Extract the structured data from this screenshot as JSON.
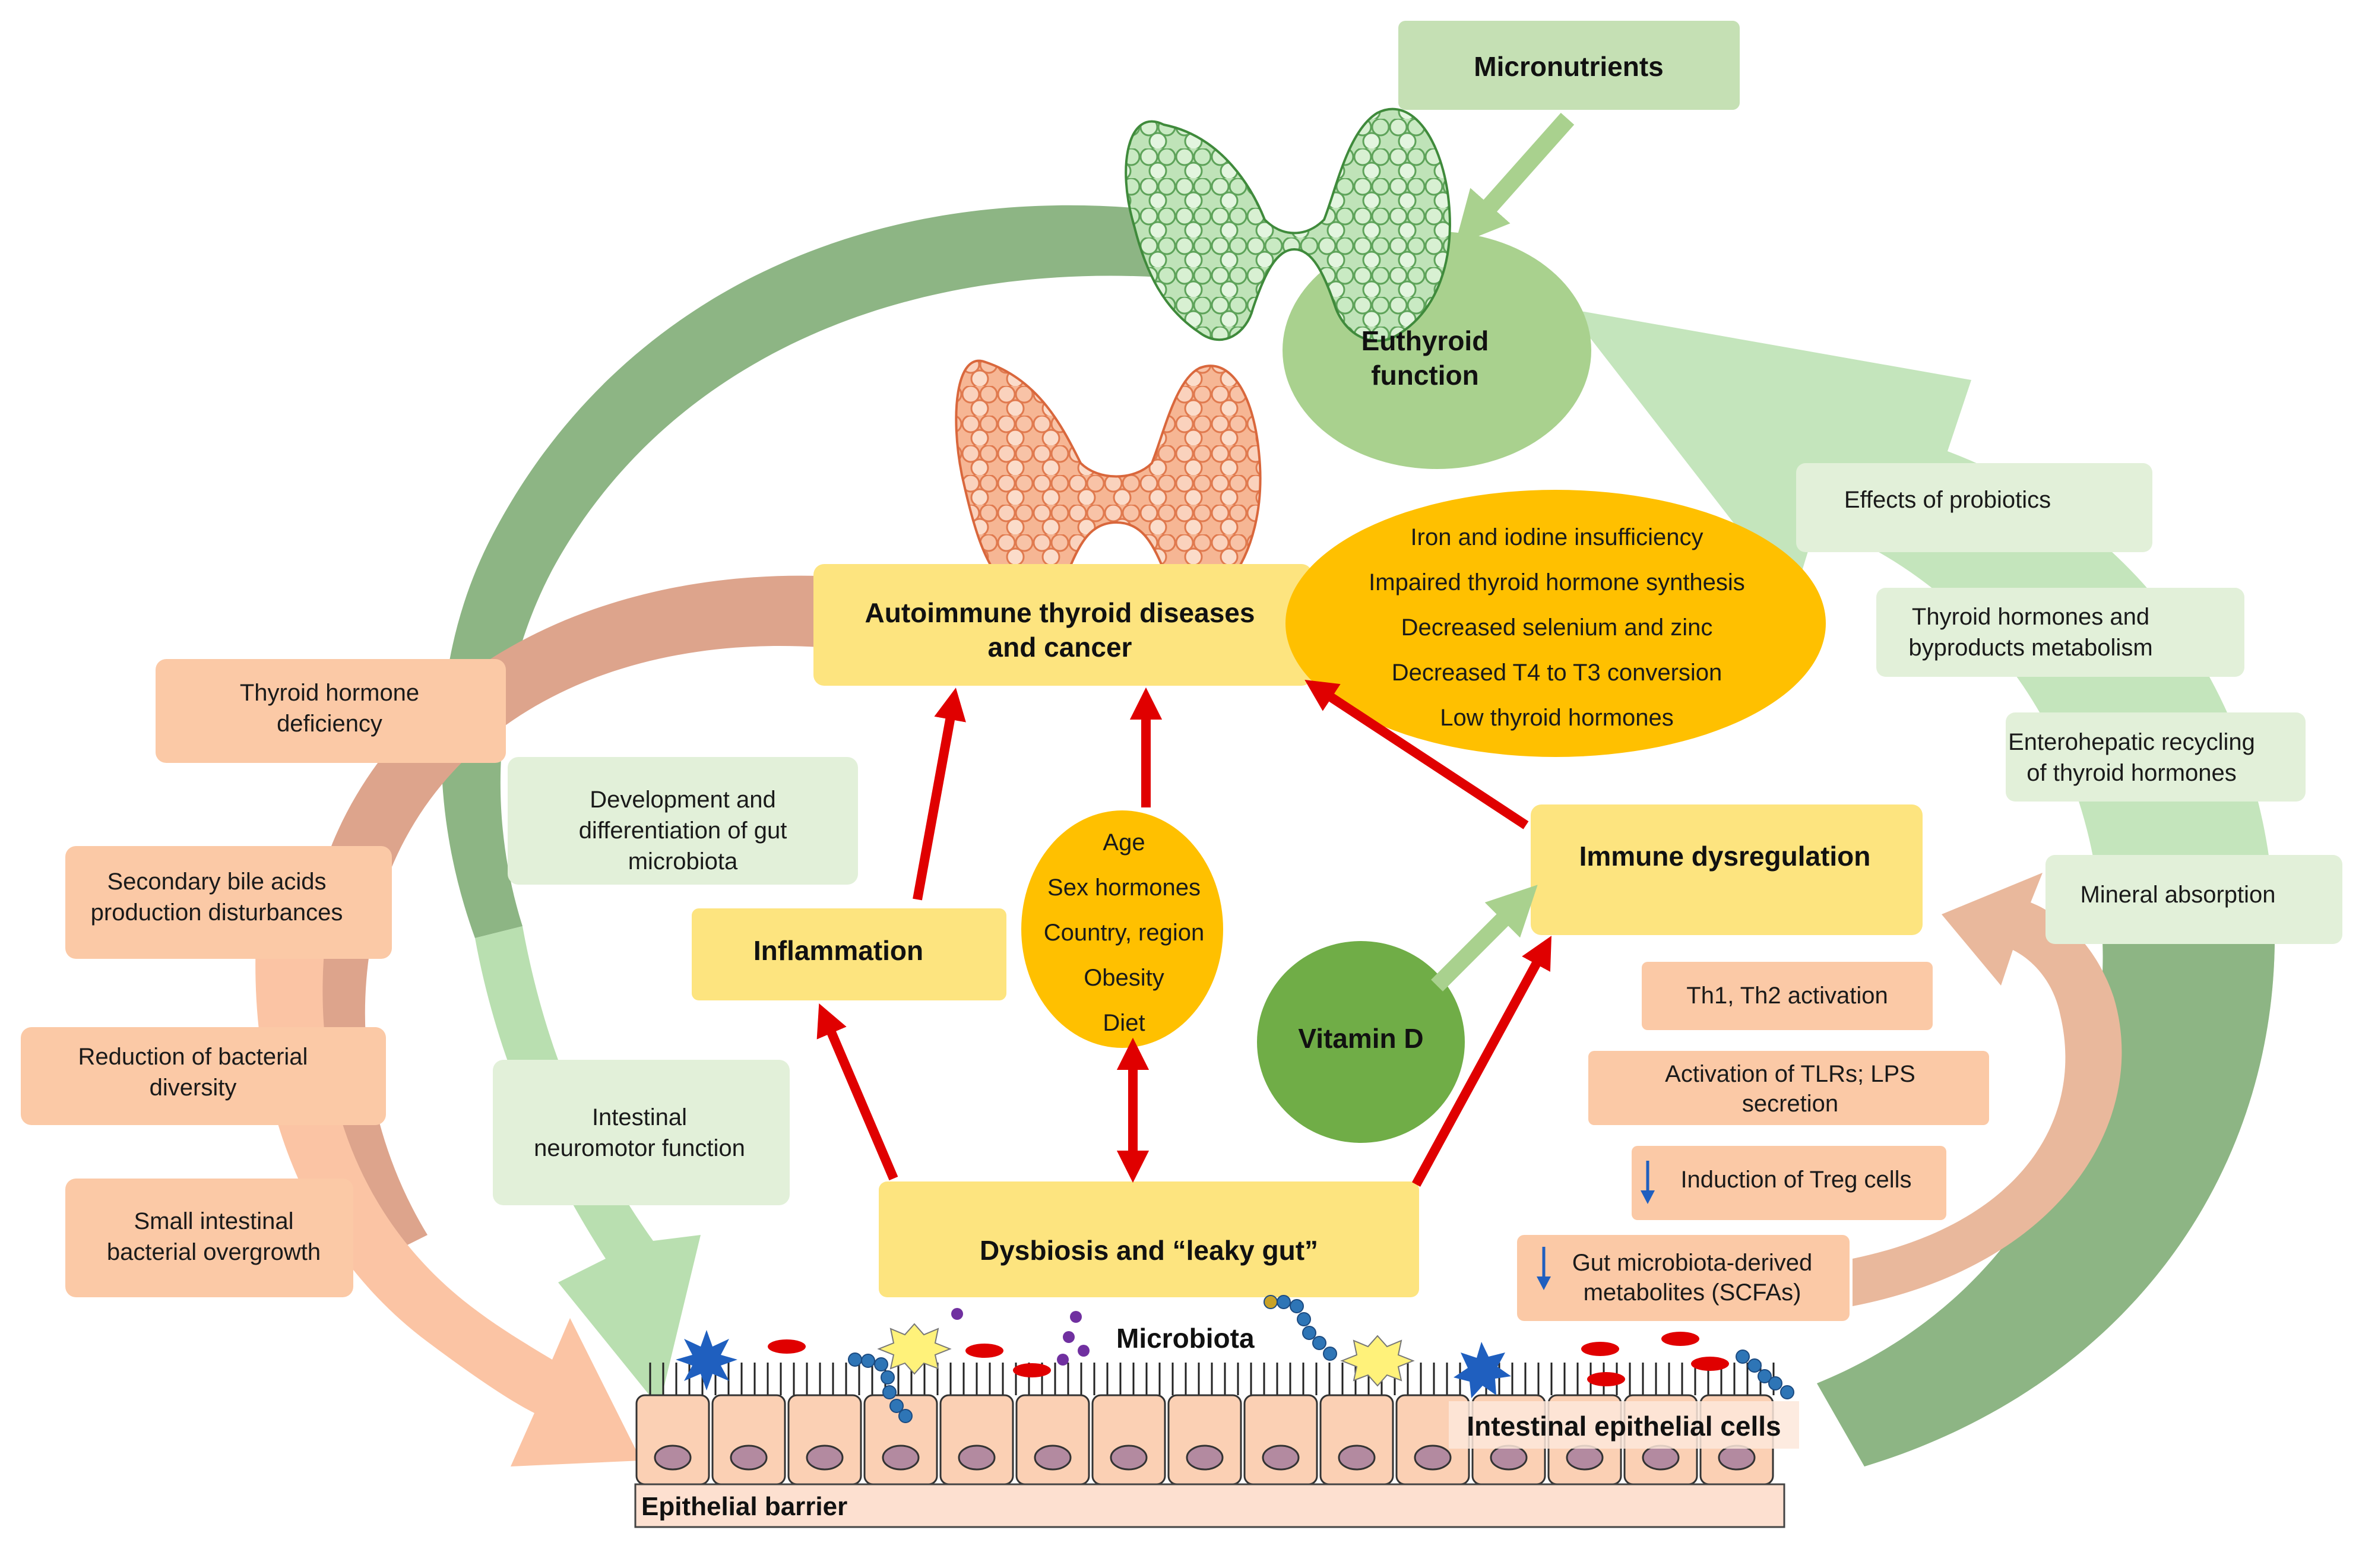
{
  "top": {
    "micronutrients": "Micronutrients",
    "euthyroid": [
      "Euthyroid",
      "function"
    ]
  },
  "center": {
    "autoimmune": [
      "Autoimmune thyroid diseases",
      "and cancer"
    ],
    "inflammation": "Inflammation",
    "immune_dysregulation": "Immune dysregulation",
    "dysbiosis": "Dysbiosis and “leaky gut”",
    "vitamin_d": "Vitamin D",
    "factors": [
      "Age",
      "Sex hormones",
      "Country, region",
      "Obesity",
      "Diet"
    ],
    "thyroid_effects": [
      "Iron and iodine insufficiency",
      "Impaired thyroid hormone synthesis",
      "Decreased selenium and zinc",
      "Decreased T4 to T3 conversion",
      "Low thyroid hormones"
    ]
  },
  "left_orange": [
    [
      "Thyroid hormone",
      "deficiency"
    ],
    [
      "Secondary bile acids",
      "production disturbances"
    ],
    [
      "Reduction of bacterial",
      "diversity"
    ],
    [
      "Small intestinal",
      "bacterial overgrowth"
    ]
  ],
  "left_green": [
    [
      "Development and",
      "differentiation of gut",
      "microbiota"
    ],
    [
      "Intestinal",
      "neuromotor function"
    ]
  ],
  "right_green": [
    [
      "Effects of probiotics"
    ],
    [
      "Thyroid hormones and",
      "byproducts metabolism"
    ],
    [
      "Enterohepatic recycling",
      "of thyroid hormones"
    ],
    [
      "Mineral absorption"
    ]
  ],
  "right_orange": [
    [
      "Th1, Th2 activation"
    ],
    [
      "Activation of TLRs; LPS",
      "secretion"
    ],
    [
      "Induction of Treg cells"
    ],
    [
      "Gut microbiota-derived",
      "metabolites (SCFAs)"
    ]
  ],
  "bottom": {
    "microbiota": "Microbiota",
    "epithelial_cells": "Intestinal epithelial cells",
    "epithelial_barrier": "Epithelial barrier"
  },
  "colors": {
    "yellow_box": "#fde47f",
    "gold": "#ffc000",
    "salmon_box": "#fbc9a6",
    "mint_box": "#e2f0d9",
    "green_circle": "#a9d18e",
    "vitd_green": "#70ad47",
    "red_arrow": "#e00000",
    "cell": "#fbd0b4"
  }
}
